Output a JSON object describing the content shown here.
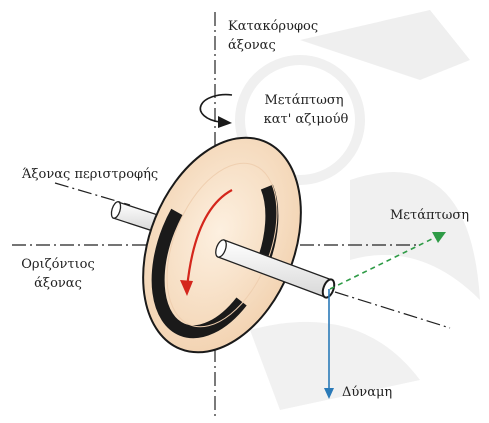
{
  "labels": {
    "vertical_axis_line1": "Κατακόρυφος",
    "vertical_axis_line2": "άξονας",
    "azimuth_precession_line1": "Μετάπτωση",
    "azimuth_precession_line2": "κατ' αζιμούθ",
    "spin_axis": "Άξονας περιστροφής",
    "horizontal_axis_line1": "Οριζόντιος",
    "horizontal_axis_line2": "άξονας",
    "precession": "Μετάπτωση",
    "force": "Δύναμη"
  },
  "colors": {
    "disc_fill": "#f7e2c8",
    "disc_edge": "#1a1a1a",
    "spin_arrow": "#d4261c",
    "precession_arrow": "#2e9b46",
    "force_arrow": "#2a7ab8",
    "axis_lines": "#222222",
    "watermark": "#e6e6e6"
  },
  "icons": {
    "azimuth_rotation": "circular-arrow-icon",
    "spin_direction": "curved-arrow-icon"
  }
}
